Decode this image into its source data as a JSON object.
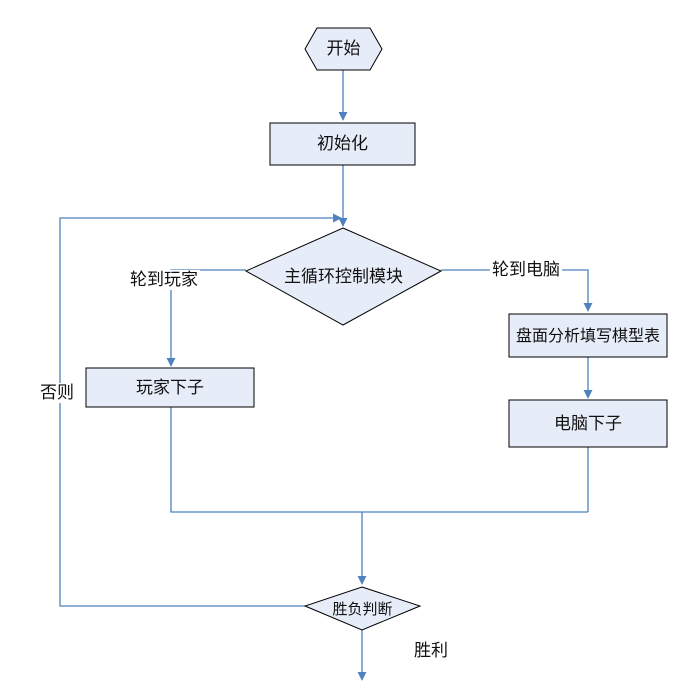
{
  "diagram": {
    "nodes": {
      "start": "开始",
      "init": "初始化",
      "main_loop": "主循环控制模块",
      "board_analysis": "盘面分析填写棋型表",
      "player_move": "玩家下子",
      "computer_move": "电脑下子",
      "judge": "胜负判断"
    },
    "edges": {
      "to_player": "轮到玩家",
      "to_computer": "轮到电脑",
      "otherwise": "否则",
      "win": "胜利"
    },
    "colors": {
      "box_fill": "#e6ecf8",
      "line": "#4f81bd",
      "box_border": "#000000"
    }
  }
}
